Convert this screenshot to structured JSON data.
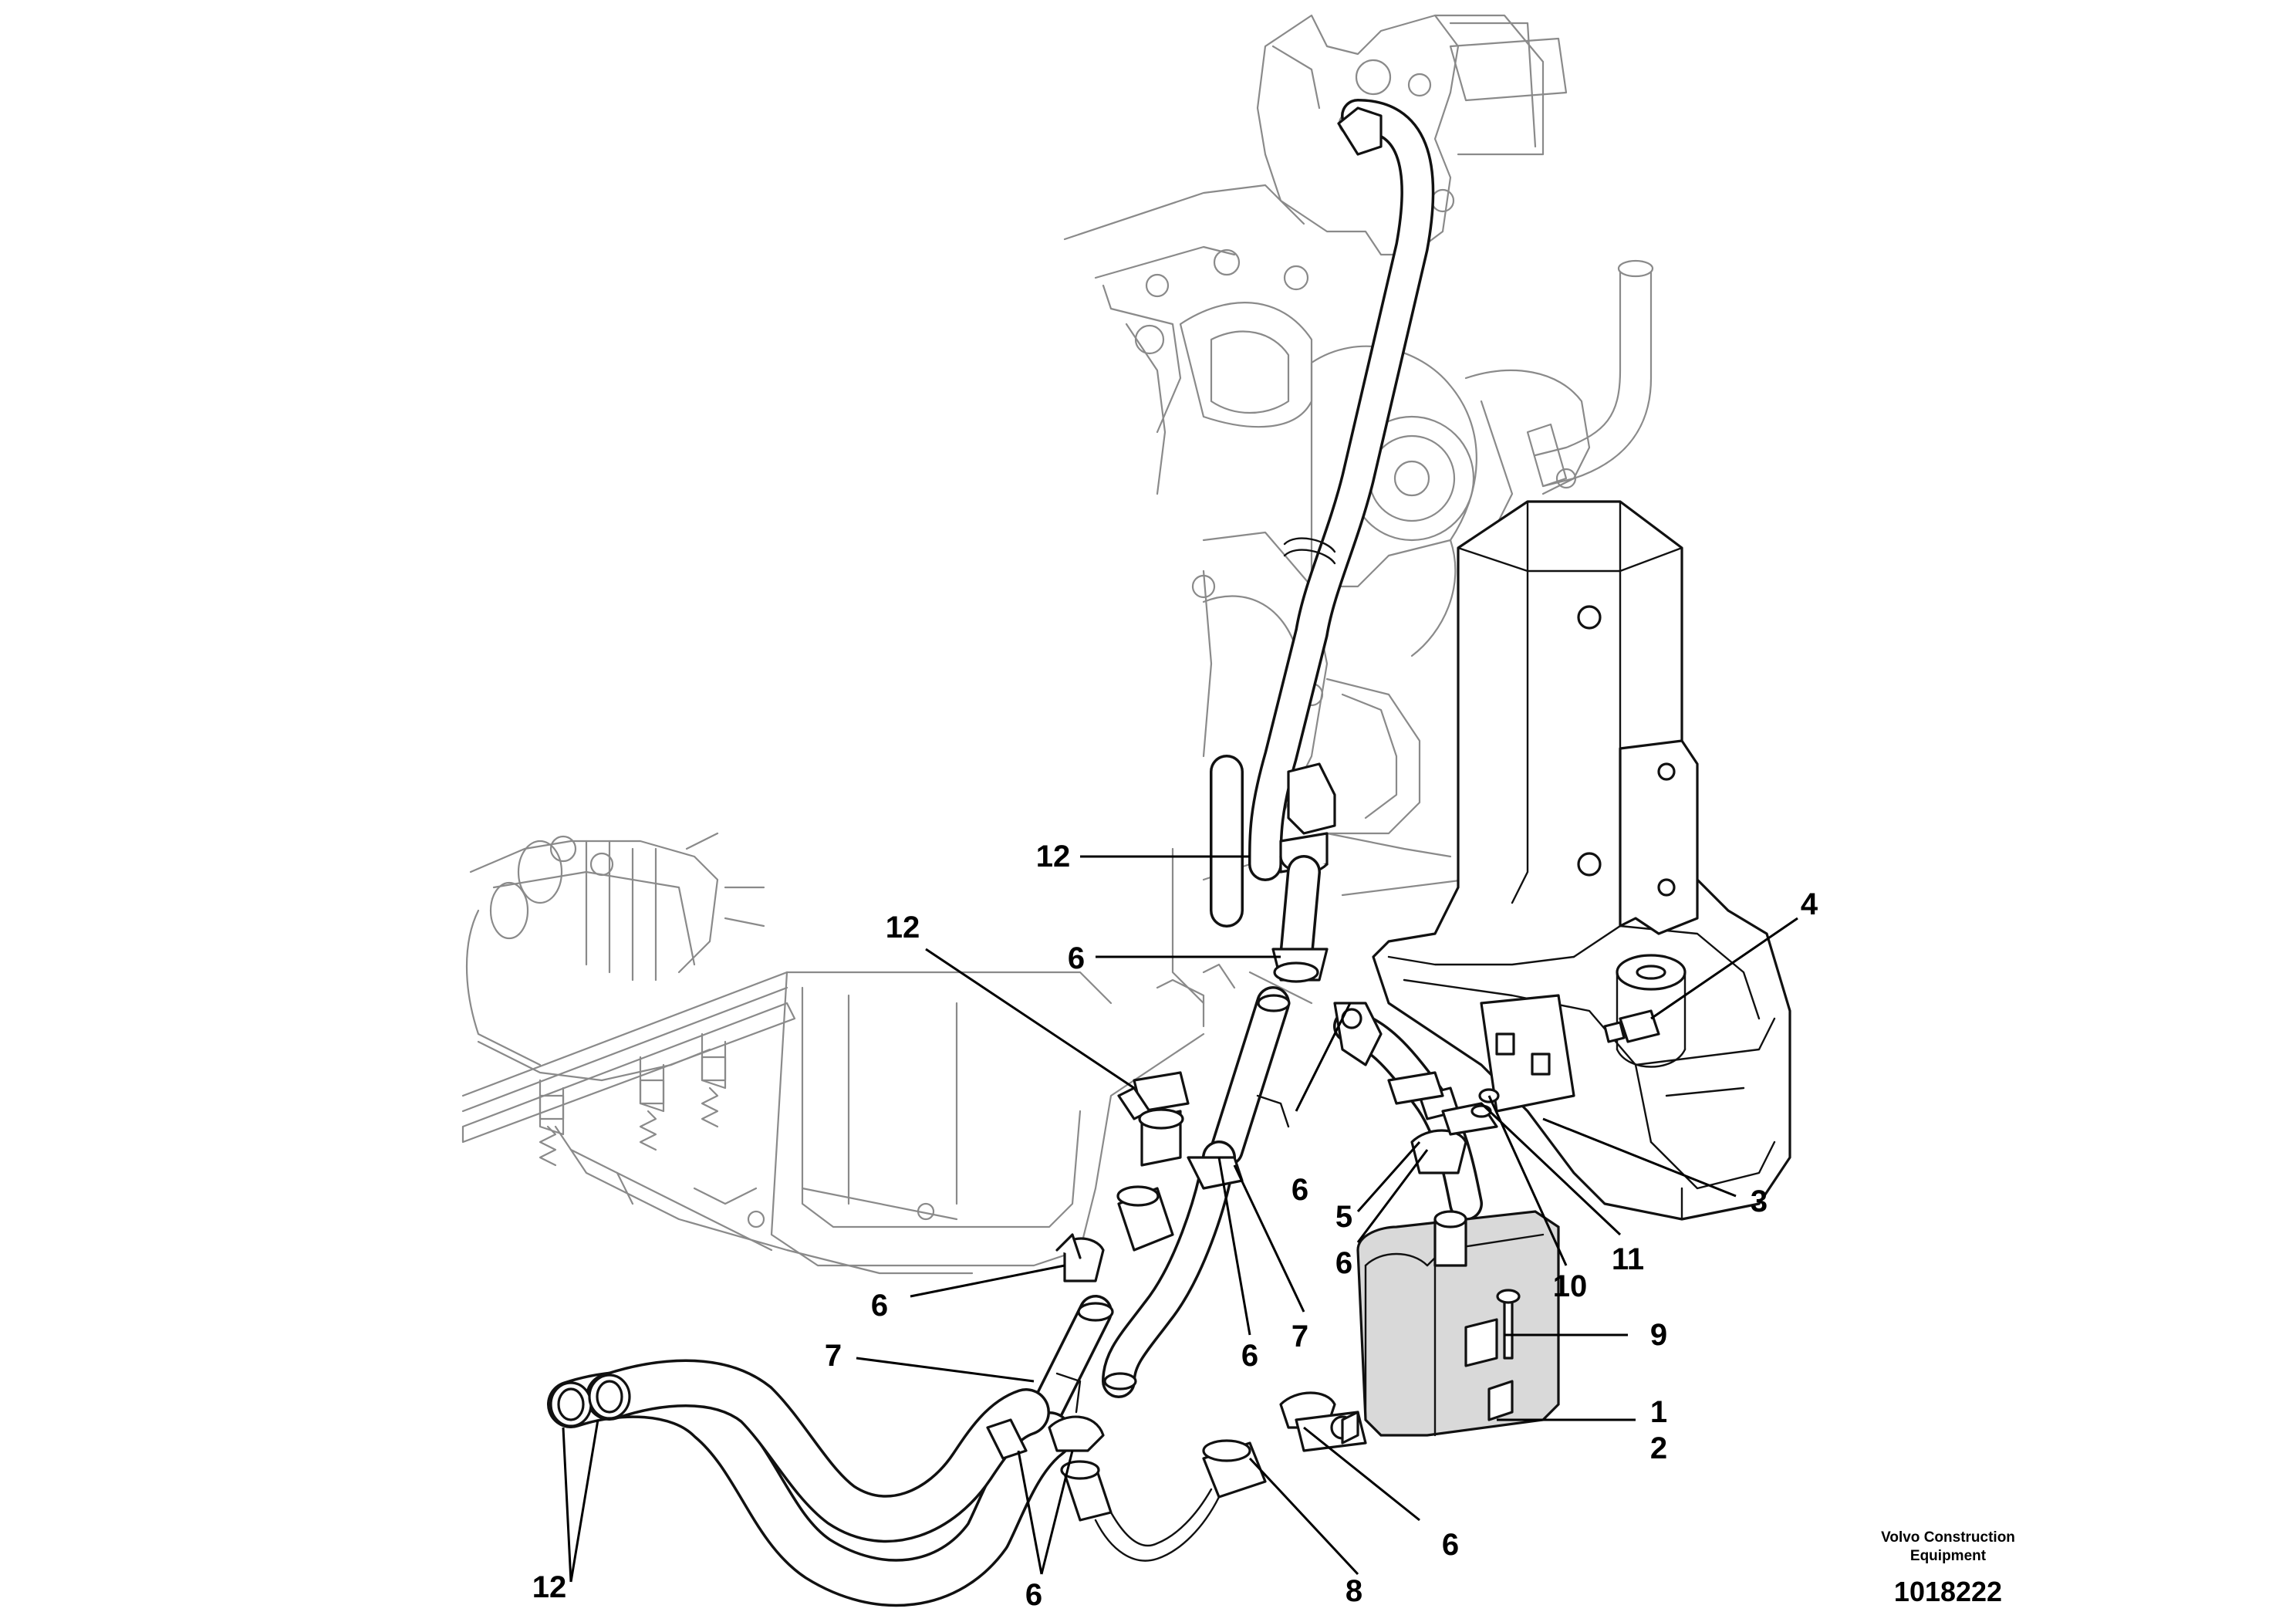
{
  "diagram": {
    "callouts": [
      {
        "id": "c12a",
        "text": "12"
      },
      {
        "id": "c12b",
        "text": "12"
      },
      {
        "id": "c4",
        "text": "4"
      },
      {
        "id": "c6a",
        "text": "6"
      },
      {
        "id": "c6b",
        "text": "6"
      },
      {
        "id": "c3",
        "text": "3"
      },
      {
        "id": "c5",
        "text": "5"
      },
      {
        "id": "c6c",
        "text": "6"
      },
      {
        "id": "c11",
        "text": "11"
      },
      {
        "id": "c10",
        "text": "10"
      },
      {
        "id": "c6d",
        "text": "6"
      },
      {
        "id": "c7a",
        "text": "7"
      },
      {
        "id": "c6e",
        "text": "6"
      },
      {
        "id": "c7b",
        "text": "7"
      },
      {
        "id": "c9",
        "text": "9"
      },
      {
        "id": "c1",
        "text": "1"
      },
      {
        "id": "c2",
        "text": "2"
      },
      {
        "id": "c6f",
        "text": "6"
      },
      {
        "id": "c12c",
        "text": "12"
      },
      {
        "id": "c6g",
        "text": "6"
      },
      {
        "id": "c8",
        "text": "8"
      }
    ],
    "credit_line1": "Volvo Construction",
    "credit_line2": "Equipment",
    "document_number": "1018222"
  }
}
